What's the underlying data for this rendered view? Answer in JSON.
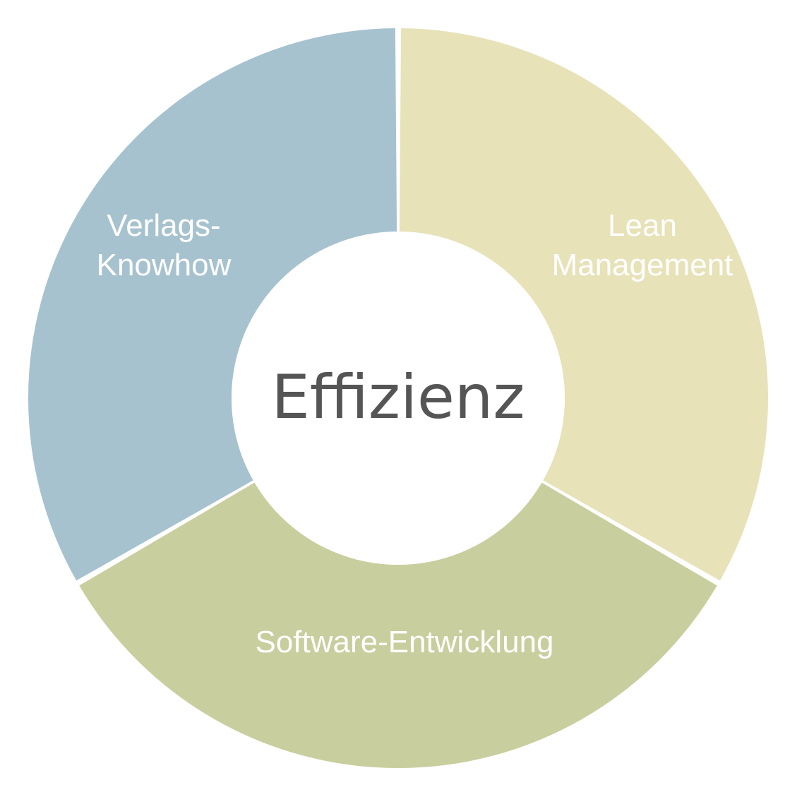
{
  "center": {
    "label": "Effizienz",
    "text_color": "#555555"
  },
  "segments": [
    {
      "label_lines": [
        "Lean",
        "Management"
      ],
      "color": "#E7E2B8"
    },
    {
      "label_lines": [
        "Software-Entwicklung"
      ],
      "color": "#C9CE9E"
    },
    {
      "label_lines": [
        "Verlags-",
        "Knowhow"
      ],
      "color": "#A7C2CF"
    }
  ],
  "label_color": "#FFFFFF",
  "background": "#FFFFFF"
}
